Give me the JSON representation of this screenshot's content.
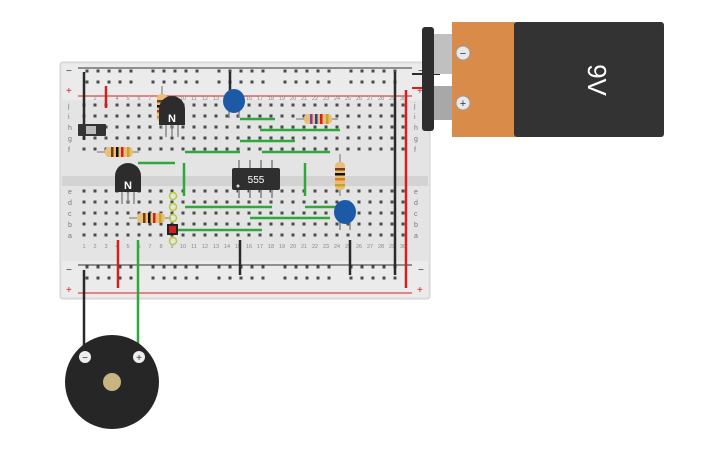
{
  "battery": {
    "voltage_label": "9V",
    "neg_symbol": "−",
    "pos_symbol": "+"
  },
  "breadboard": {
    "rail_minus": "−",
    "rail_plus": "+",
    "row_letters_top": [
      "j",
      "i",
      "h",
      "g",
      "f"
    ],
    "row_letters_bottom": [
      "e",
      "d",
      "c",
      "b",
      "a"
    ],
    "column_numbers": [
      "1",
      "2",
      "3",
      "4",
      "5",
      "6",
      "7",
      "8",
      "9",
      "10",
      "11",
      "12",
      "13",
      "14",
      "15",
      "16",
      "17",
      "18",
      "19",
      "20",
      "21",
      "22",
      "23",
      "24",
      "25",
      "26",
      "27",
      "28",
      "29",
      "30"
    ]
  },
  "chip": {
    "label": "555"
  },
  "transistors": [
    {
      "label": "N"
    },
    {
      "label": "N"
    }
  ],
  "buzzer": {
    "neg_symbol": "−",
    "pos_symbol": "+"
  },
  "colors": {
    "board": "#e4e4e4",
    "wire_red": "#d41f1f",
    "wire_black": "#2a2a2a",
    "wire_green": "#2fa83a",
    "capacitor": "#1c5aa8",
    "battery_body": "#333333",
    "battery_cap": "#d98c4a"
  }
}
